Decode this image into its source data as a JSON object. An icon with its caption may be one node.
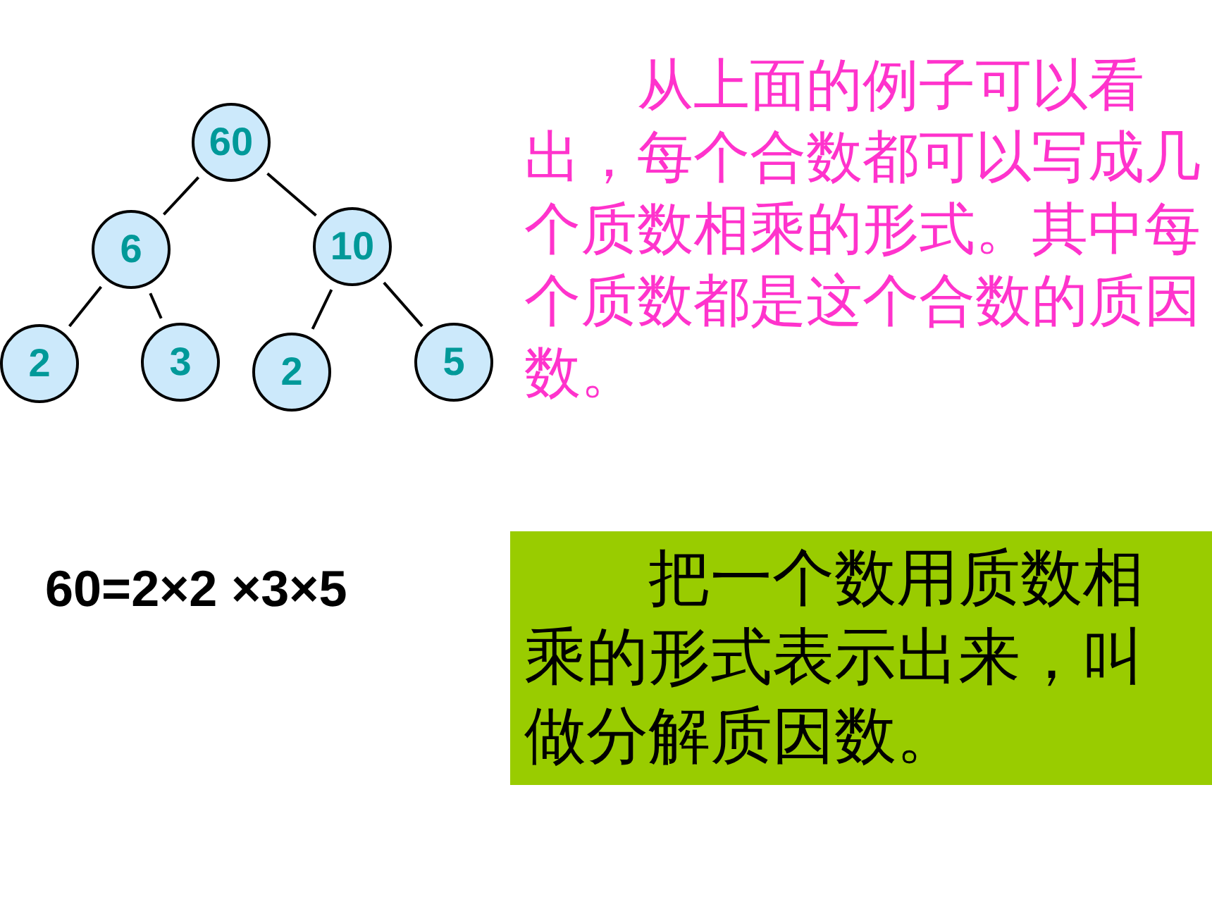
{
  "diagram": {
    "nodes": [
      {
        "text": [
          "60"
        ]
      },
      {
        "text": [
          "6"
        ]
      },
      {
        "text": [
          "10"
        ]
      },
      {
        "text": [
          "2"
        ]
      },
      {
        "text": [
          "3"
        ]
      },
      {
        "text": [
          "2"
        ]
      },
      {
        "text": [
          "5"
        ]
      },
      {
        "text": [
          "把一个数用质数相乘的形式表示出来，叫做分解质因数。"
        ]
      }
    ],
    "edges": [
      {
        "from": 0,
        "to": 1,
        "arrow": "none"
      },
      {
        "from": 0,
        "to": 2,
        "arrow": "none"
      },
      {
        "from": 1,
        "to": 3,
        "arrow": "none"
      },
      {
        "from": 1,
        "to": 4,
        "arrow": "none"
      },
      {
        "from": 2,
        "to": 5,
        "arrow": "none"
      },
      {
        "from": 2,
        "to": 6,
        "arrow": "none"
      }
    ],
    "labels": [
      "从上面的例子可以看出，每个合数都可以写成几个质数相乘的形式。其中每个质数都是这个合数的质因数。",
      "60=2×2 ×3×5"
    ]
  }
}
